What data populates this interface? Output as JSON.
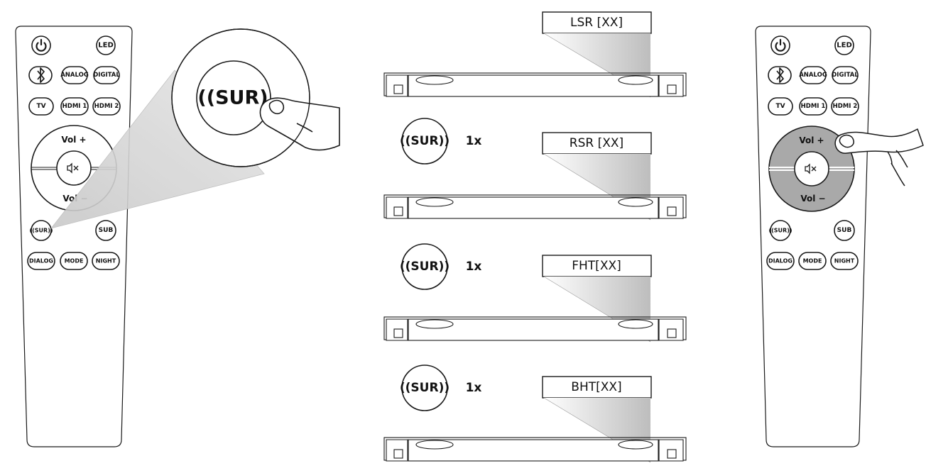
{
  "remote": {
    "buttons": {
      "power_icon": "power-icon",
      "led": "LED",
      "bluetooth_icon": "bluetooth-icon",
      "analog": "ANALOG",
      "digital": "DIGITAL",
      "tv": "TV",
      "hdmi1": "HDMI 1",
      "hdmi2": "HDMI 2",
      "vol_up": "Vol +",
      "mute_icon": "mute-icon",
      "vol_down": "Vol −",
      "sur": "((SUR))",
      "sub": "SUB",
      "dialog": "DIALOG",
      "mode": "MODE",
      "night": "NIGHT"
    }
  },
  "zoom": {
    "sur_label": "((SUR)"
  },
  "steps": [
    {
      "display": "LSR [XX]",
      "press_label": "",
      "count": ""
    },
    {
      "display": "RSR [XX]",
      "press_label": "((SUR))",
      "count": "1x"
    },
    {
      "display": "FHT[XX]",
      "press_label": "((SUR))",
      "count": "1x"
    },
    {
      "display": "BHT[XX]",
      "press_label": "((SUR))",
      "count": "1x"
    }
  ],
  "colors": {
    "line": "#1a1a1a",
    "highlight": "#a9a9a9",
    "beam": "#c8c8c8"
  }
}
